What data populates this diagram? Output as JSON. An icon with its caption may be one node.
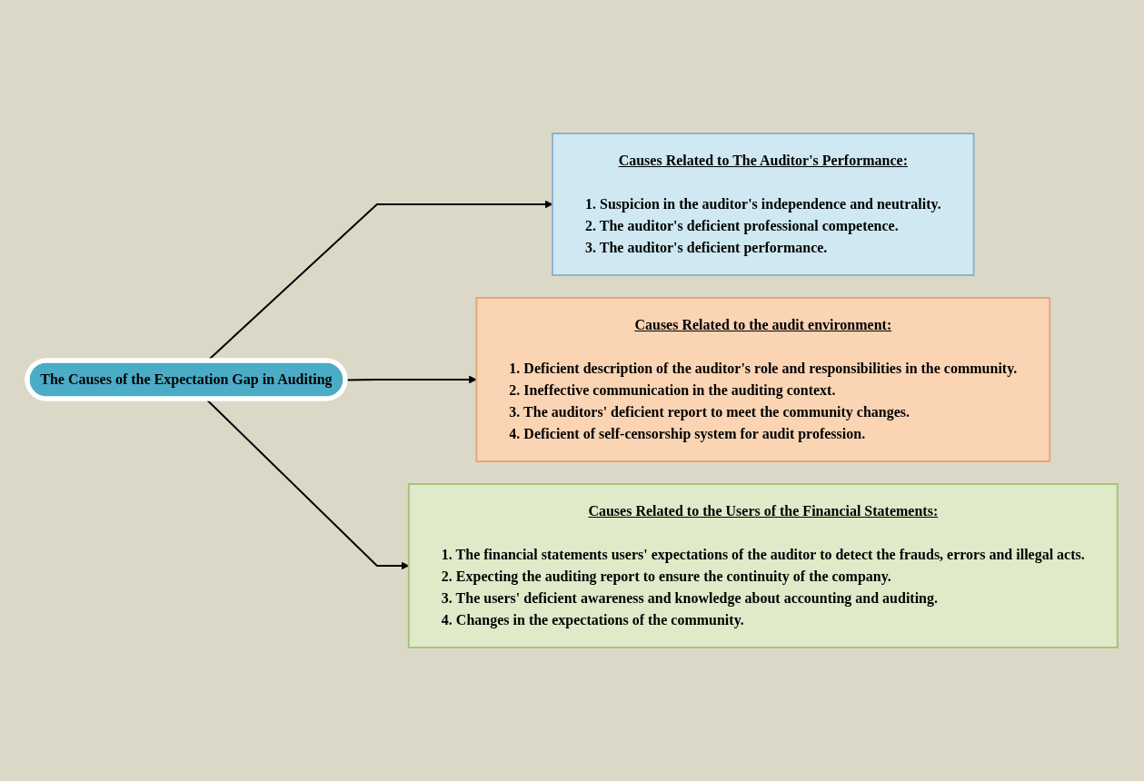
{
  "diagram": {
    "nodes": [
      {
        "text": [
          "The Causes of the Expectation Gap in Auditing"
        ]
      },
      {
        "text": [
          "Causes Related to The Auditor's Performance:",
          "1. Suspicion in the auditor's independence and neutrality.",
          "2. The auditor's deficient professional competence.",
          "3. The auditor's deficient performance."
        ]
      },
      {
        "text": [
          "Causes Related to the audit environment:",
          "1. Deficient description of the auditor's role and responsibilities in the community.",
          "2. Ineffective communication in the auditing context.",
          "3. The auditors' deficient report to meet the community changes.",
          "4. Deficient of self-censorship system for audit profession."
        ]
      },
      {
        "text": [
          "Causes Related to the Users of the Financial Statements:",
          "1. The financial statements users' expectations of the auditor to detect the frauds, errors and illegal acts.",
          "2. Expecting the auditing report to ensure the continuity of the company.",
          "3. The users' deficient awareness and knowledge about accounting and auditing.",
          "4. Changes in the expectations of the community."
        ]
      }
    ],
    "edges": [
      {
        "from": 0,
        "to": 1,
        "arrow": "to"
      },
      {
        "from": 0,
        "to": 2,
        "arrow": "to"
      },
      {
        "from": 0,
        "to": 3,
        "arrow": "to"
      }
    ]
  }
}
